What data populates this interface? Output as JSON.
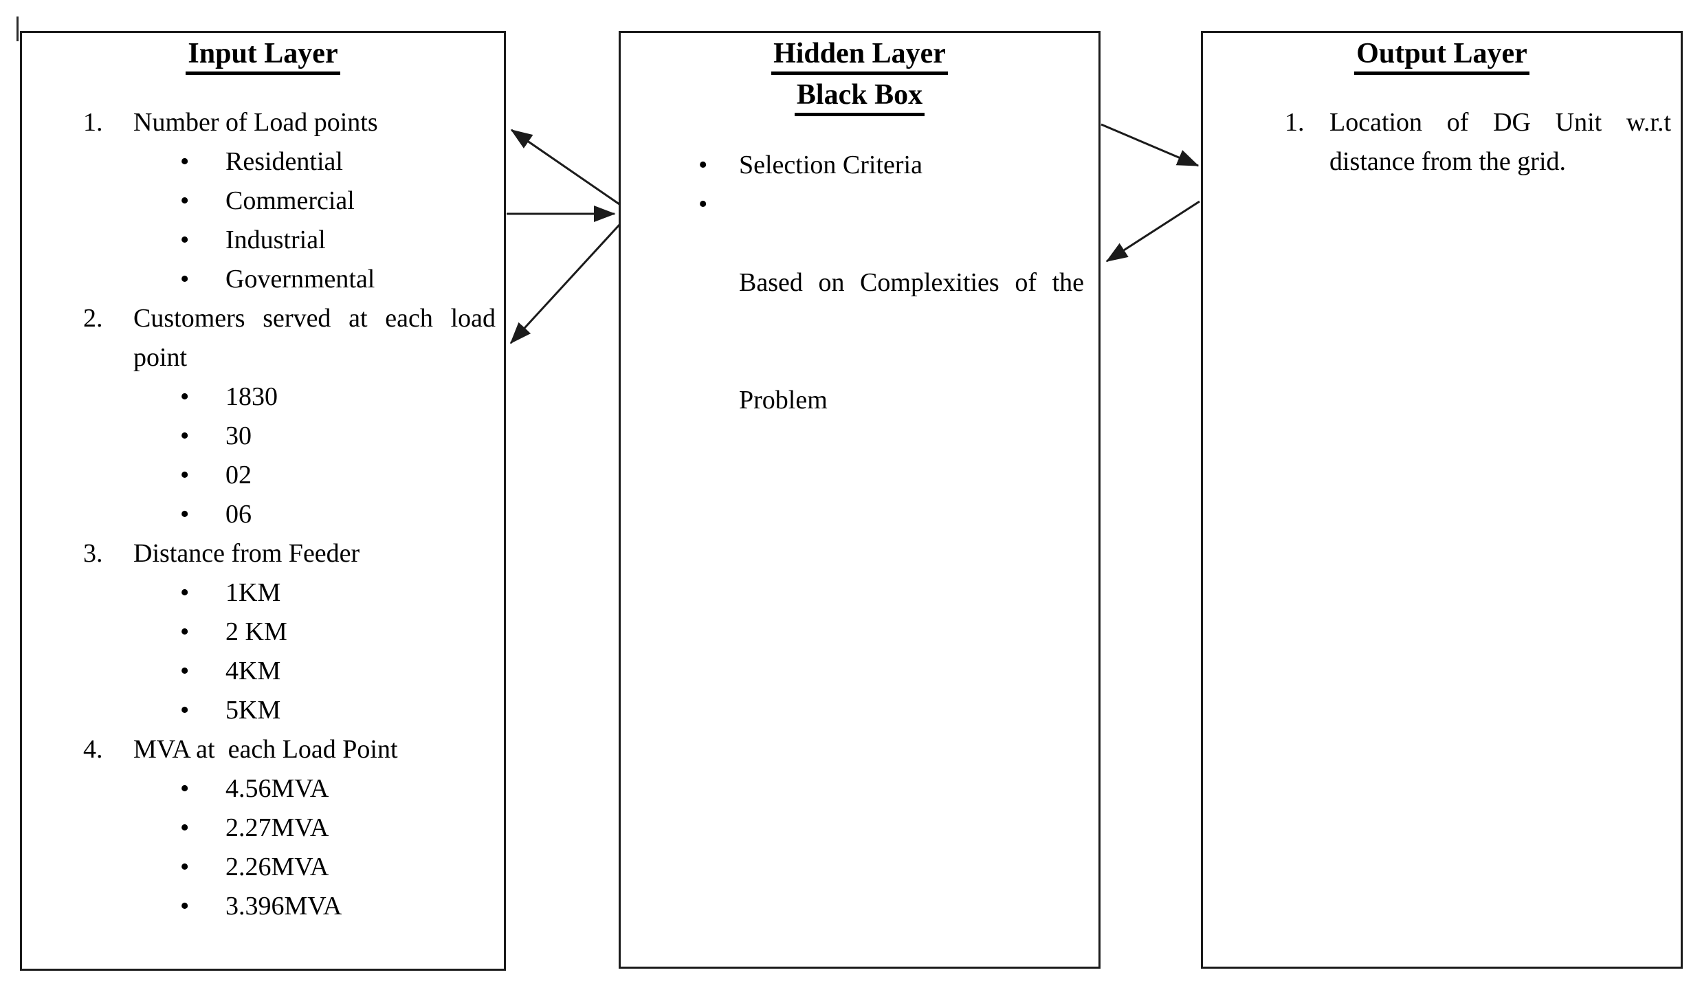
{
  "canvas": {
    "background": "#ffffff",
    "text_color": "#000000",
    "border_color": "#1b1b1b",
    "arrow_color": "#1b1b1b"
  },
  "glyphs": {
    "bullet": "•"
  },
  "boxes": {
    "input": {
      "title": "Input Layer",
      "items": [
        {
          "number": "1.",
          "lines": [
            "Number of Load points"
          ],
          "bullets": [
            "Residential",
            "Commercial",
            "Industrial",
            "Governmental"
          ]
        },
        {
          "number": "2.",
          "lines": [
            "Customers served at each load",
            "point"
          ],
          "bullets": [
            "1830",
            "30",
            "02",
            "06"
          ]
        },
        {
          "number": "3.",
          "lines": [
            "Distance from Feeder"
          ],
          "bullets": [
            "1KM",
            "2 KM",
            "4KM",
            "5KM"
          ]
        },
        {
          "number": "4.",
          "lines": [
            "MVA at  each Load Point"
          ],
          "bullets": [
            "4.56MVA",
            "2.27MVA",
            "2.26MVA",
            "3.396MVA"
          ]
        }
      ]
    },
    "hidden": {
      "title_line1": "Hidden Layer",
      "title_line2": "Black Box",
      "bullets": [
        {
          "lines": [
            "Selection Criteria"
          ]
        },
        {
          "lines": [
            "Based on Complexities of the",
            "Problem"
          ]
        }
      ]
    },
    "output": {
      "title": "Output Layer",
      "items": [
        {
          "number": "1.",
          "lines": [
            "Location of DG Unit w.r.t",
            "distance from the grid."
          ]
        }
      ]
    }
  }
}
